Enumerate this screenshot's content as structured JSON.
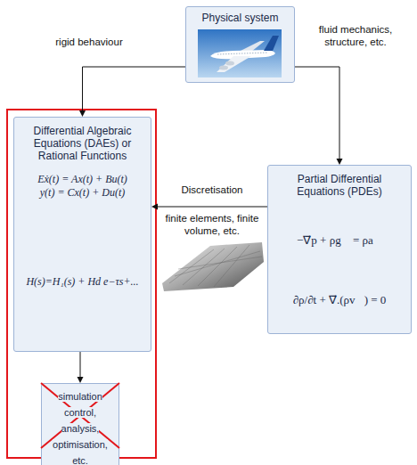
{
  "diagram": {
    "nodes": [
      {
        "text": [
          "Physical system"
        ]
      },
      {
        "text": [
          "Differential Algebraic Equations (DAEs) or Rational Functions",
          "Eẋ(t) = Ax(t) + Bu(t)",
          "y(t) = Cx(t) + Du(t)",
          "H(s)=H₁(s) + Hd e−τs+..."
        ]
      },
      {
        "text": [
          "Partial Differential Equations (PDEs)",
          "−∇⃗p + ρg⃗ = ρa⃗",
          "∂ρ/∂t + ∇⃗.(ρv⃗) = 0"
        ]
      },
      {
        "text": [
          "simulation control, analysis, optimisation, etc."
        ]
      }
    ],
    "edges": [
      {
        "from": 0,
        "to": 1,
        "arrow": "to",
        "label": "rigid behaviour"
      },
      {
        "from": 0,
        "to": 2,
        "arrow": "to",
        "label": "fluid mechanics, structure, etc."
      },
      {
        "from": 2,
        "to": 1,
        "arrow": "to",
        "label": "Discretisation"
      },
      {
        "from": 1,
        "to": 3,
        "arrow": "to"
      }
    ],
    "labels": [
      "finite elements, finite volume, etc."
    ]
  }
}
